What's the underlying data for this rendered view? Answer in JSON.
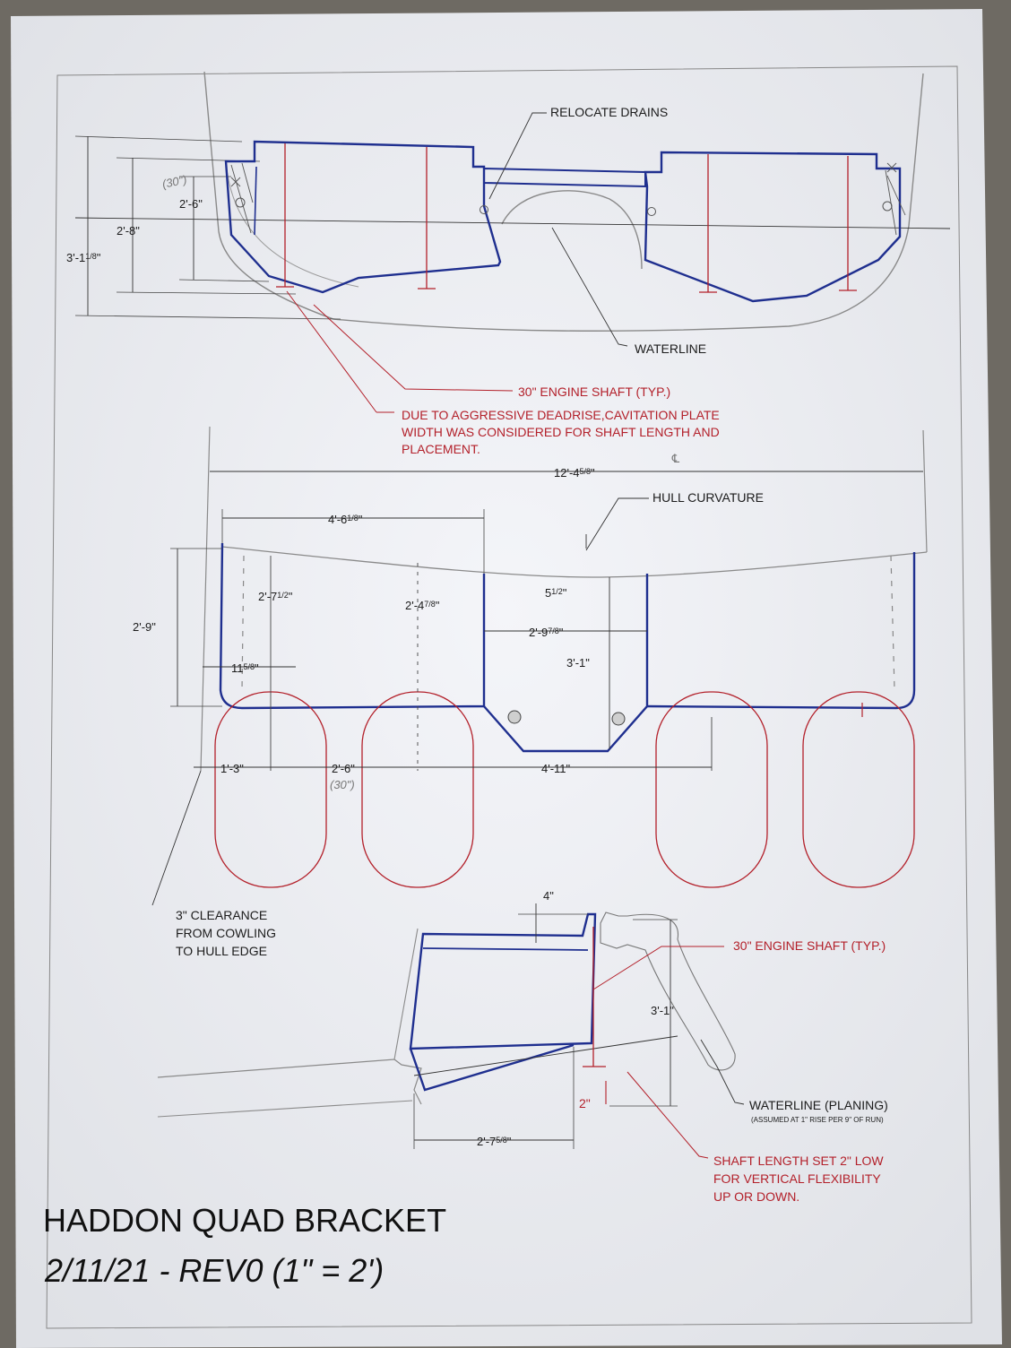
{
  "drawing": {
    "title": "HADDON QUAD BRACKET",
    "revision": "2/11/21 - REV0 (1\" = 2')",
    "colors": {
      "bracket": "#1f2f8f",
      "shaft": "#b3202a",
      "hull": "#8a8a8a",
      "dimension": "#222222"
    }
  },
  "rear_view": {
    "notes": {
      "relocate_drains": "RELOCATE DRAINS",
      "waterline": "WATERLINE",
      "engine_shaft": "30\" ENGINE SHAFT (TYP.)",
      "deadrise_1": "DUE TO AGGRESSIVE DEADRISE,CAVITATION PLATE",
      "deadrise_2": "WIDTH WAS CONSIDERED FOR SHAFT LENGTH AND",
      "deadrise_3": "PLACEMENT."
    },
    "dims": {
      "d1": "2'-6\"",
      "d2": "2'-8\"",
      "d3": "3'-1",
      "d3_frac": "1/8",
      "d3_close": "\""
    },
    "handwritten": {
      "h1": "(30\")"
    }
  },
  "top_view": {
    "notes": {
      "hull_curvature": "HULL CURVATURE",
      "clearance_1": "3\" CLEARANCE",
      "clearance_2": "FROM COWLING",
      "clearance_3": "TO HULL EDGE"
    },
    "dims": {
      "overall": "12'-4",
      "overall_frac": "5/8",
      "overall_close": "\"",
      "left_width": "4'-6",
      "left_width_frac": "1/8",
      "left_width_close": "\"",
      "height_a": "2'-7",
      "height_a_frac": "1/2",
      "height_a_close": "\"",
      "height_b": "2'-4",
      "height_b_frac": "7/8",
      "height_b_close": "\"",
      "curve_drop": "5",
      "curve_drop_frac": "1/2",
      "curve_drop_close": "\"",
      "center_width": "2'-9",
      "center_width_frac": "7/8",
      "center_width_close": "\"",
      "outer_height": "2'-9\"",
      "inset": "11",
      "inset_frac": "5/8",
      "inset_close": "\"",
      "center_depth": "3'-1\"",
      "span_a": "1'-3\"",
      "span_b": "2'-6\"",
      "span_c": "4'-11\""
    },
    "handwritten": {
      "h1": "(30\")",
      "centerline": "℄"
    }
  },
  "side_view": {
    "notes": {
      "engine_shaft": "30\" ENGINE SHAFT (TYP.)",
      "waterline_planing": "WATERLINE (PLANING)",
      "planing_assumption": "(ASSUMED AT 1\" RISE PER 9\" OF RUN)",
      "shaft_1": "SHAFT LENGTH SET 2\" LOW",
      "shaft_2": "FOR VERTICAL FLEXIBILITY",
      "shaft_3": "UP OR DOWN."
    },
    "dims": {
      "top_step": "4\"",
      "shaft_height": "3'-1\"",
      "low_set": "2\"",
      "length": "2'-7",
      "length_frac": "5/8",
      "length_close": "\""
    }
  }
}
